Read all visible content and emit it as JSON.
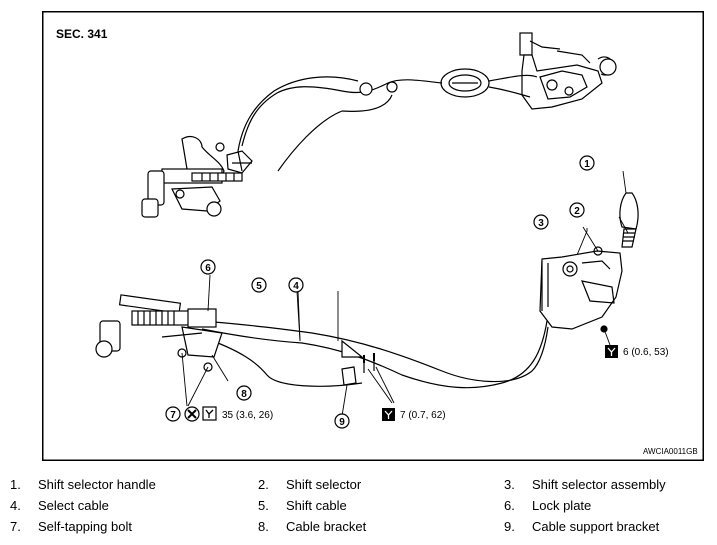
{
  "figure": {
    "section": "SEC. 341",
    "code": "AWCIA0011GB",
    "callouts": [
      "1",
      "2",
      "3",
      "4",
      "5",
      "6",
      "7",
      "8",
      "9"
    ],
    "torque": {
      "t35": "35 (3.6, 26)",
      "t7": "7 (0.7, 62)",
      "t6": "6 (0.6, 53)"
    }
  },
  "legend": [
    {
      "num": "1.",
      "label": "Shift selector handle"
    },
    {
      "num": "2.",
      "label": "Shift selector"
    },
    {
      "num": "3.",
      "label": "Shift selector assembly"
    },
    {
      "num": "4.",
      "label": "Select cable"
    },
    {
      "num": "5.",
      "label": "Shift cable"
    },
    {
      "num": "6.",
      "label": "Lock plate"
    },
    {
      "num": "7.",
      "label": "Self-tapping bolt"
    },
    {
      "num": "8.",
      "label": "Cable bracket"
    },
    {
      "num": "9.",
      "label": "Cable support bracket"
    }
  ]
}
